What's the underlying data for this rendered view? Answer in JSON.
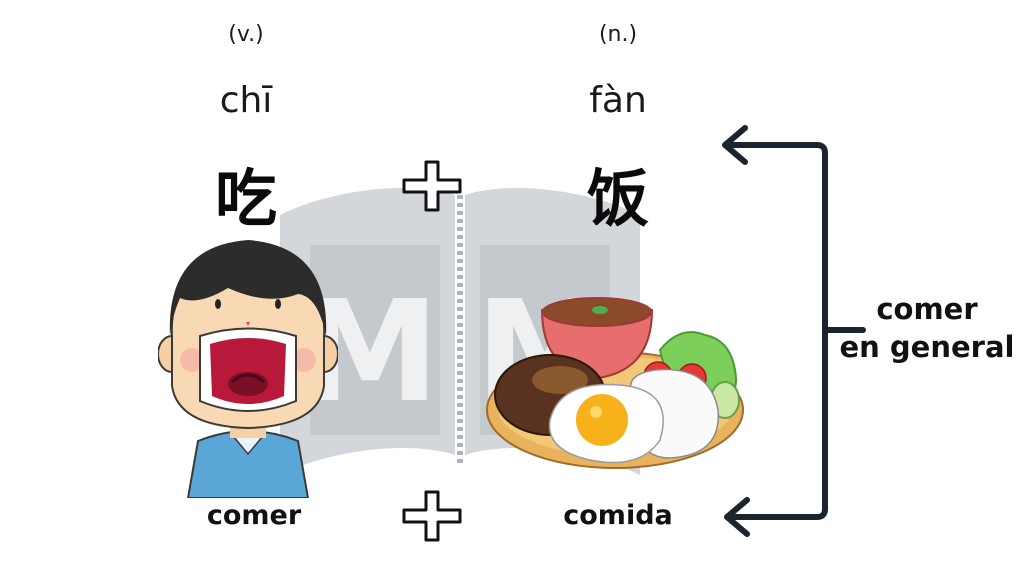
{
  "left": {
    "pos": "(v.)",
    "pinyin": "chī",
    "hanzi": "吃",
    "meaning": "comer"
  },
  "right": {
    "pos": "(n.)",
    "pinyin": "fàn",
    "hanzi": "饭",
    "meaning": "comida"
  },
  "combined": {
    "line1": "comer",
    "line2": "en general"
  },
  "watermark": {
    "letters": "MM"
  },
  "colors": {
    "bracket": "#1c2430",
    "watermark": "#c9ced3",
    "shirt": "#5aa6d6",
    "mouth": "#b8183a",
    "plate": "#e9b25c"
  }
}
